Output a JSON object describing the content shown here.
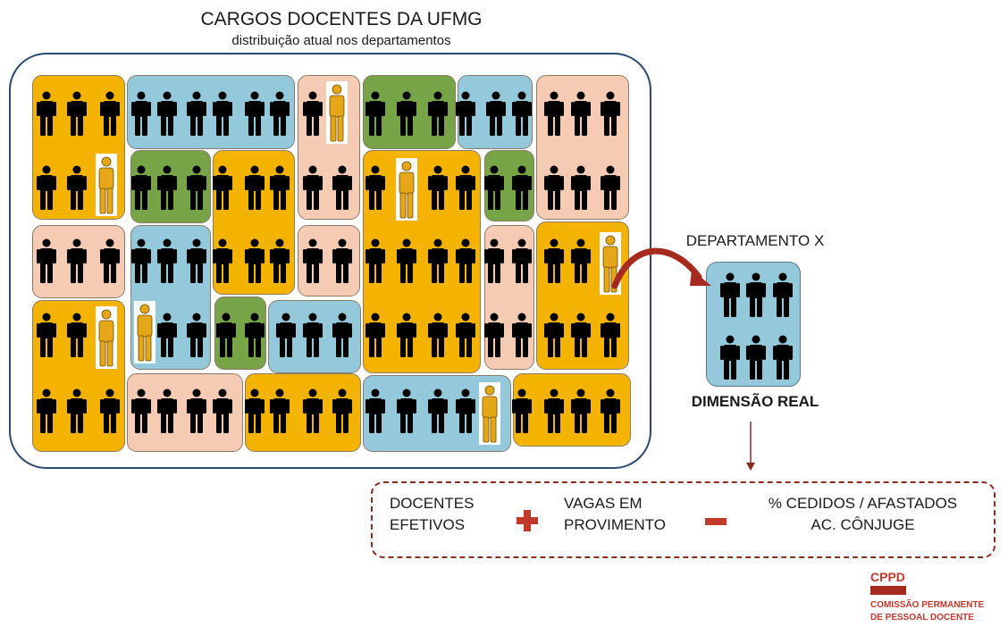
{
  "title": "CARGOS DOCENTES DA UFMG",
  "subtitle": "distribuição atual nos departamentos",
  "department_label": "DEPARTAMENTO X",
  "dimension_label": "DIMENSÃO REAL",
  "formula": {
    "term1": "DOCENTES\nEFETIVOS",
    "plus_symbol": "+",
    "term2": "VAGAS EM\nPROVIMENTO",
    "minus_symbol": "−",
    "term3": "% CEDIDOS / AFASTADOS\nAC. CÔNJUGE"
  },
  "footer": {
    "acronym": "CPPD",
    "line1": "COMISSÃO PERMANENTE",
    "line2": "DE PESSOAL DOCENTE"
  },
  "colors": {
    "orange": "#f3b300",
    "blue": "#93c9da",
    "green": "#77a447",
    "peach": "#f5ccb3",
    "frame": "#2b4a6f",
    "accent_red": "#a62a1e",
    "person_filled": "#000000",
    "person_vacant": "#e5a718"
  },
  "icons": {
    "filled_position": "person-icon",
    "vacant_position": "vacant-person-icon",
    "connector": "curved-arrow-icon"
  }
}
